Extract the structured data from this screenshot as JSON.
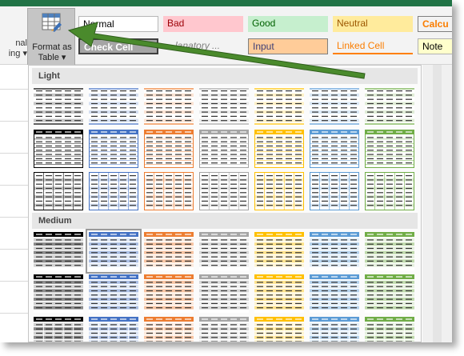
{
  "ribbon": {
    "cond_formatting_label_line1": "nal",
    "cond_formatting_label_line2": "ing ▾",
    "format_as_table_line1": "Format as",
    "format_as_table_line2": "Table ▾"
  },
  "cell_styles": {
    "normal": "Normal",
    "bad": "Bad",
    "good": "Good",
    "neutral": "Neutral",
    "calculation": "Calcu",
    "check_cell": "Check Cell",
    "explanatory": "...lanatory ...",
    "input": "Input",
    "linked_cell": "Linked Cell",
    "note": "Note"
  },
  "gallery": {
    "light_header": "Light",
    "medium_header": "Medium",
    "column_colors": [
      "#000000",
      "#4472c4",
      "#ed7d31",
      "#a5a5a5",
      "#ffc000",
      "#5b9bd5",
      "#70ad47"
    ],
    "light_rows": 3,
    "medium_rows": 3
  }
}
